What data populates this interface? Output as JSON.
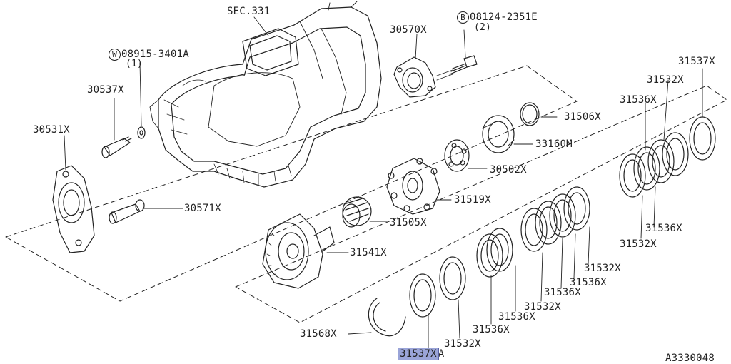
{
  "labels": {
    "sec": "SEC.331",
    "p30570": "30570X",
    "bolt_ref": "08124-2351E",
    "bolt_ref_circle": "B",
    "bolt_qty": "(2)",
    "washer_ref": "08915-3401A",
    "washer_ref_circle": "W",
    "washer_qty": "(1)",
    "p31537_top": "31537X",
    "p30537": "30537X",
    "p31532_a": "31532X",
    "p31536_a": "31536X",
    "p30531": "30531X",
    "p31506": "31506X",
    "p33160": "33160M",
    "p30502": "30502X",
    "p31519": "31519X",
    "p30571": "30571X",
    "p31505": "31505X",
    "p31536_b": "31536X",
    "p31532_b": "31532X",
    "p31541": "31541X",
    "p31532_c": "31532X",
    "p31536_c": "31536X",
    "p31532_d": "31532X",
    "p31536_d": "31536X",
    "p31536_e": "31536X",
    "p31536_f": "31536X",
    "p31568": "31568X",
    "p31532_e": "31532X",
    "p31537_hl": "31537X",
    "p31537_hl_suffix": "A",
    "diagram_id": "A3330048"
  },
  "highlight_color": "#9aa4d8"
}
